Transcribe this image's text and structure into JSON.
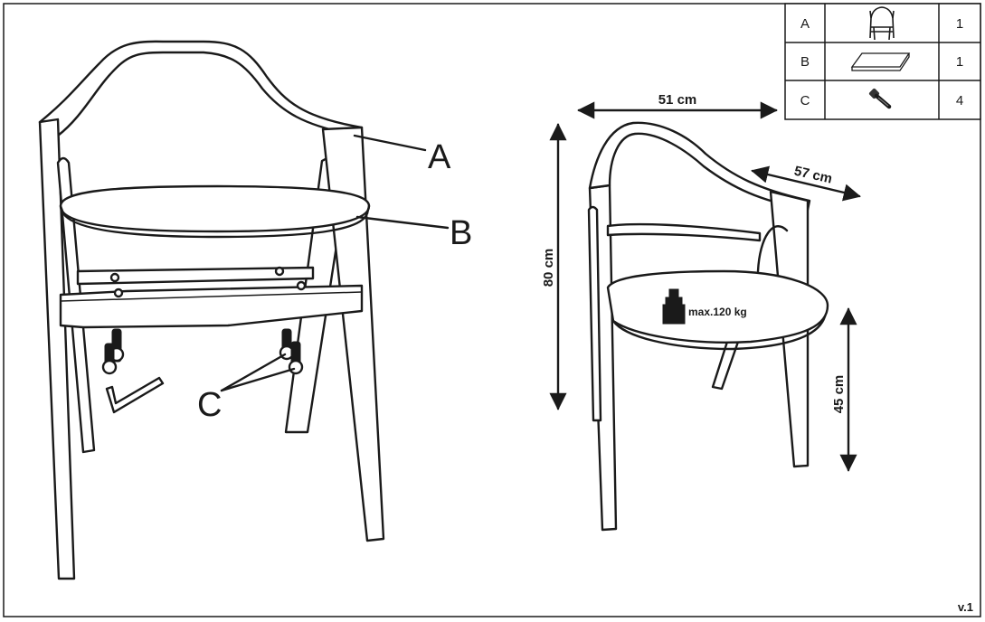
{
  "parts_table": {
    "rows": [
      {
        "letter": "A",
        "icon": "chair-frame-icon",
        "qty": "1"
      },
      {
        "letter": "B",
        "icon": "seat-cushion-icon",
        "qty": "1"
      },
      {
        "letter": "C",
        "icon": "bolt-icon",
        "qty": "4"
      }
    ]
  },
  "callouts": {
    "a": "A",
    "b": "B",
    "c": "C"
  },
  "dimensions": {
    "width": "51 cm",
    "depth": "57 cm",
    "height": "80 cm",
    "seat_height": "45 cm"
  },
  "max_load": "max.120 kg",
  "version": "v.1"
}
